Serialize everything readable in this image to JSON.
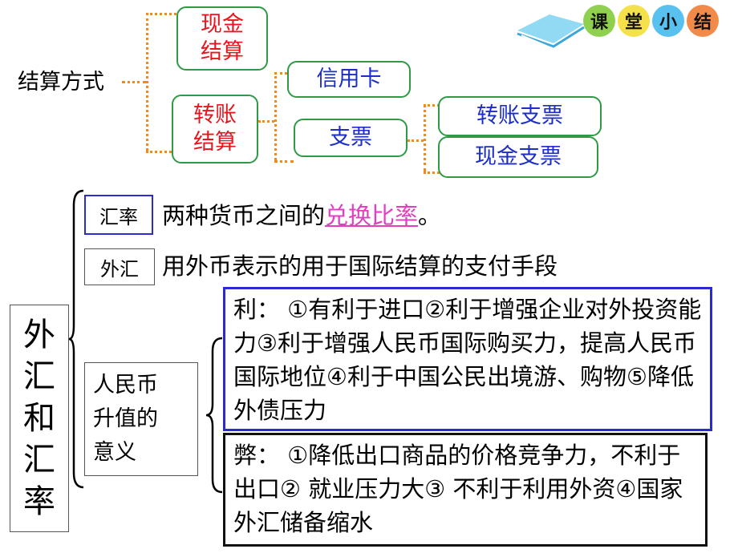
{
  "badge": {
    "chars": [
      "课",
      "堂",
      "小",
      "结"
    ],
    "colors": [
      "#8fd14f",
      "#f5e14a",
      "#58c1f0",
      "#f28b4a"
    ]
  },
  "settlement": {
    "root": "结算方式",
    "cash": "现金\n结算",
    "transfer": "转账\n结算",
    "credit_card": "信用卡",
    "cheque": "支票",
    "transfer_cheque": "转账支票",
    "cash_cheque": "现金支票"
  },
  "forex": {
    "title_chars": [
      "外",
      "汇",
      "和",
      "汇",
      "率"
    ],
    "rate_label": "汇率",
    "rate_def_prefix": "两种货币之间的",
    "rate_def_link": "兑换比率",
    "rate_def_suffix": "。",
    "fx_label": "外汇",
    "fx_def": "用外币表示的用于国际结算的支付手段",
    "rmb_label": "人民币\n升值的\n意义",
    "pros": "利：  ①有利于进口②利于增强企业对外投资能力③利于增强人民币国际购买力，提高人民币国际地位④利于中国公民出境游、购物⑤降低外债压力",
    "cons": "弊：  ①降低出口商品的价格竞争力，不利于出口② 就业压力大③ 不利于利用外资④国家外汇储备缩水"
  },
  "colors": {
    "green_border": "#2e9a45",
    "red_text": "#e8141e",
    "blue_text": "#1b2ec8",
    "orange_dots": "#f08a1c",
    "pink_link": "#e040c0",
    "pros_border": "#2a2ad0"
  }
}
